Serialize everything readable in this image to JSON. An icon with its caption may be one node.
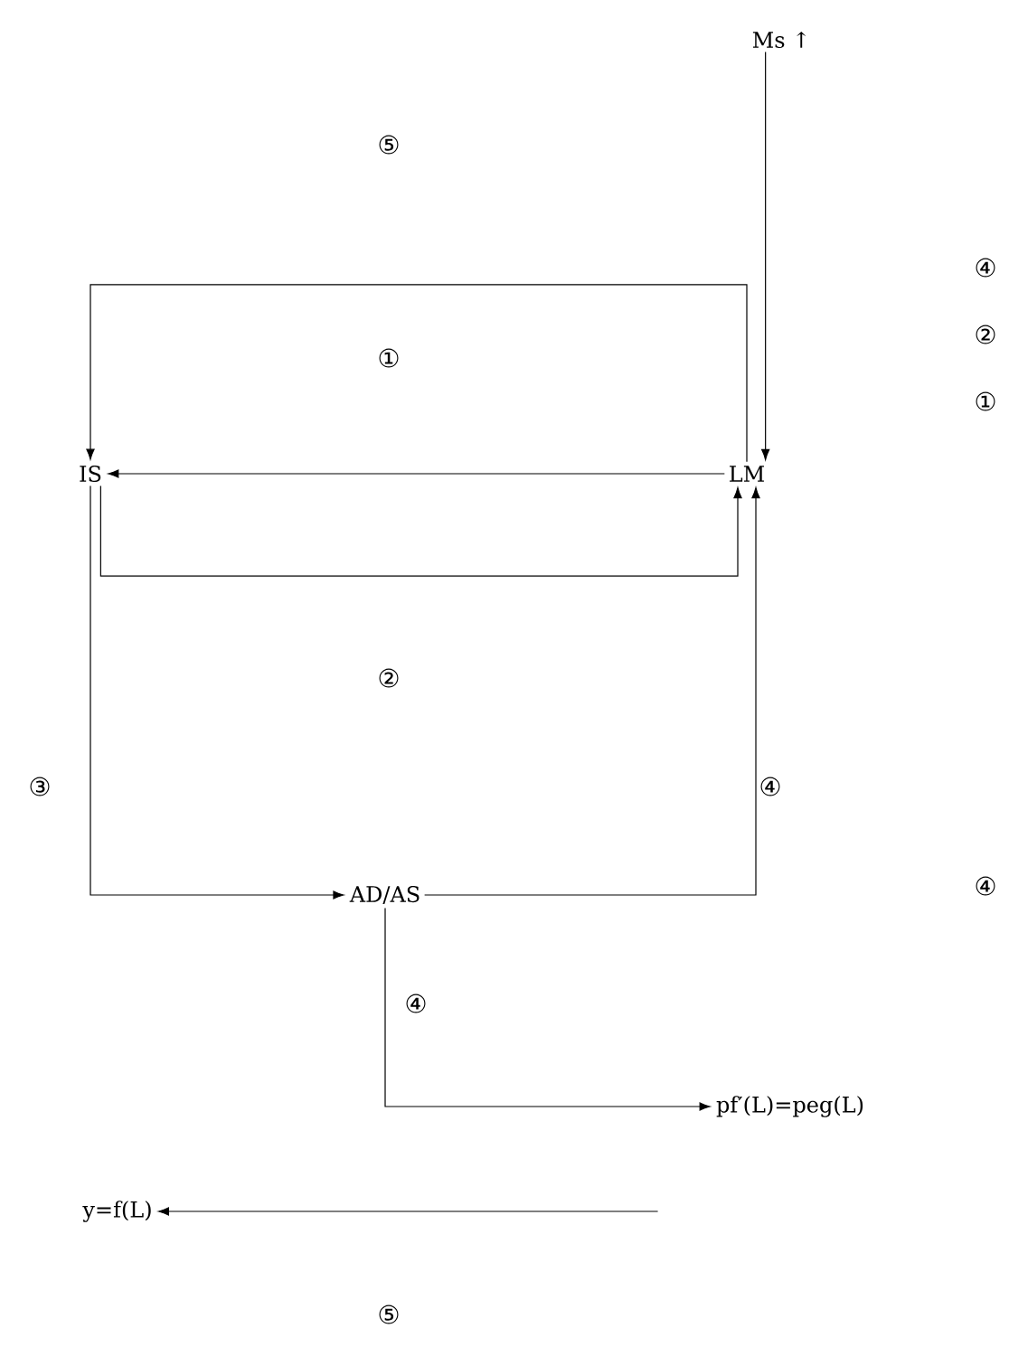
{
  "diagram": {
    "nodes": [
      {
        "text": [
          "Ms ↑"
        ]
      },
      {
        "text": [
          "IS"
        ]
      },
      {
        "text": [
          "LM"
        ]
      },
      {
        "text": [
          "AD/AS"
        ]
      },
      {
        "text": [
          "pf′(L)=peg(L)"
        ]
      },
      {
        "text": [
          "y=f(L)"
        ]
      }
    ],
    "edges": [
      {
        "from": 0,
        "to": 2,
        "arrow": "to"
      },
      {
        "from": 2,
        "to": 1,
        "arrow": "to"
      },
      {
        "from": 2,
        "to": 1,
        "arrow": "to"
      },
      {
        "from": 1,
        "to": 2,
        "arrow": "to"
      },
      {
        "from": 1,
        "to": 3,
        "arrow": "to"
      },
      {
        "from": 3,
        "to": 2,
        "arrow": "to"
      },
      {
        "from": 3,
        "to": 4,
        "arrow": "to"
      },
      {
        "from": 4,
        "to": 5,
        "arrow": "to"
      }
    ],
    "labels": [
      "⑤",
      "④",
      "②",
      "①",
      "①",
      "②",
      "③",
      "④",
      "④",
      "④",
      "⑤"
    ]
  }
}
